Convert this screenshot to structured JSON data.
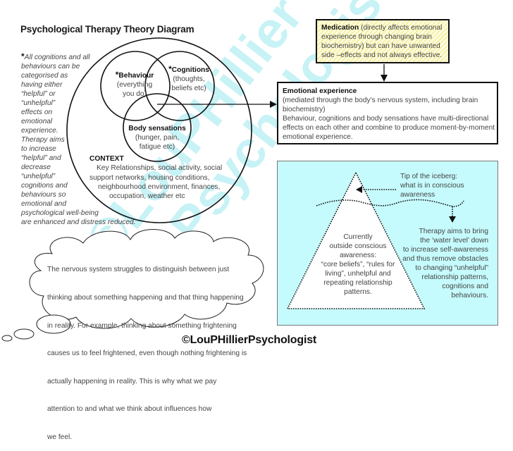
{
  "title": "Psychological Therapy Theory Diagram",
  "left_note": {
    "star": "*",
    "lines": [
      "All cognitions and all",
      "behaviours can be",
      "categorised as",
      "having either",
      "“helpful” or",
      "“unhelpful”",
      "effects on",
      "emotional",
      "experience.",
      "Therapy aims",
      "to increase",
      "“helpful” and",
      "decrease",
      "“unhelpful”",
      "cognitions and",
      "behaviours so",
      "emotional and",
      "psychological well-being",
      "are enhanced and distress reduced."
    ]
  },
  "circles": {
    "behaviour": {
      "star": "*",
      "title": "Behaviour",
      "line1": "(everything",
      "line2": "you do)"
    },
    "cognitions": {
      "star": "*",
      "title": "Cognitions",
      "line1": "(thoughts,",
      "line2": "beliefs etc)"
    },
    "body": {
      "title": "Body sensations",
      "line1": "(hunger, pain,",
      "line2": "fatigue etc)"
    }
  },
  "context": {
    "heading": "CONTEXT",
    "lines": [
      "Key Relationships, social activity, social",
      "support networks, housing conditions,",
      "neighbourhood environment, finances,",
      "occupation, weather etc"
    ]
  },
  "medication": {
    "heading": "Medication",
    "text": " (directly affects emotional experience through changing brain biochemistry) but can have unwanted side –effects and not always effective."
  },
  "emotional": {
    "heading": "Emotional experience",
    "lines": [
      "(mediated through the body’s nervous system, including brain",
      "biochemistry)",
      "Behaviour, cognitions and body sensations have multi-directional",
      "effects on each other and combine to produce moment-by-moment",
      "emotional experience."
    ]
  },
  "iceberg": {
    "tip_lines": [
      "Tip of the iceberg:",
      "what is in conscious",
      "awareness"
    ],
    "under_lines": [
      "Currently",
      "outside conscious",
      "awareness:",
      "“core beliefs”,  “rules for",
      "living”, unhelpful and",
      "repeating relationship",
      "patterns."
    ],
    "therapy_lines": [
      "Therapy aims to bring",
      "the ‘water level’ down",
      "to increase self-awareness",
      "and thus remove obstacles",
      "to changing “unhelpful”",
      "relationship patterns,",
      "cognitions and",
      "behaviours."
    ]
  },
  "cloud": {
    "lines": [
      "    The nervous system struggles to distinguish between just",
      " thinking about something happening and that thing happening",
      "in reality.  For example, thinking about something frightening",
      "causes us to feel frightened, even though nothing frightening is",
      "actually happening in reality.  This is why what we pay",
      "   attention to and what we think about influences how",
      "we feel."
    ]
  },
  "watermark": {
    "line1": "©LouPHillier",
    "line2": "Psychologist"
  },
  "footer": "©LouPHillierPsychologist",
  "colors": {
    "ice_bg": "#c6fbfd",
    "watermark": "#39d3e0",
    "medication_stripe": "#f2ef9a"
  }
}
